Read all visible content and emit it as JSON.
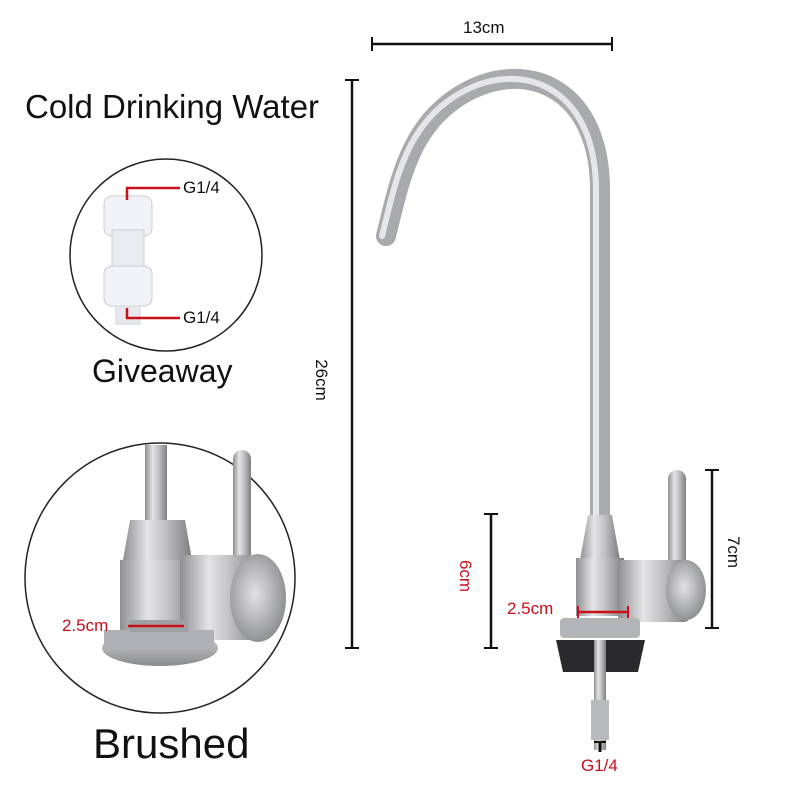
{
  "headings": {
    "title": "Cold Drinking Water",
    "giveaway": "Giveaway",
    "finish": "Brushed"
  },
  "connector": {
    "top_label": "G1/4",
    "bottom_label": "G1/4"
  },
  "detail": {
    "base_label": "2.5cm"
  },
  "dimensions": {
    "width": "13cm",
    "height": "26cm",
    "base_height": "6cm",
    "handle_height": "7cm",
    "base_width": "2.5cm",
    "thread": "G1/4"
  },
  "colors": {
    "accent_red": "#c8101a",
    "metal": "#b8b8bb"
  }
}
